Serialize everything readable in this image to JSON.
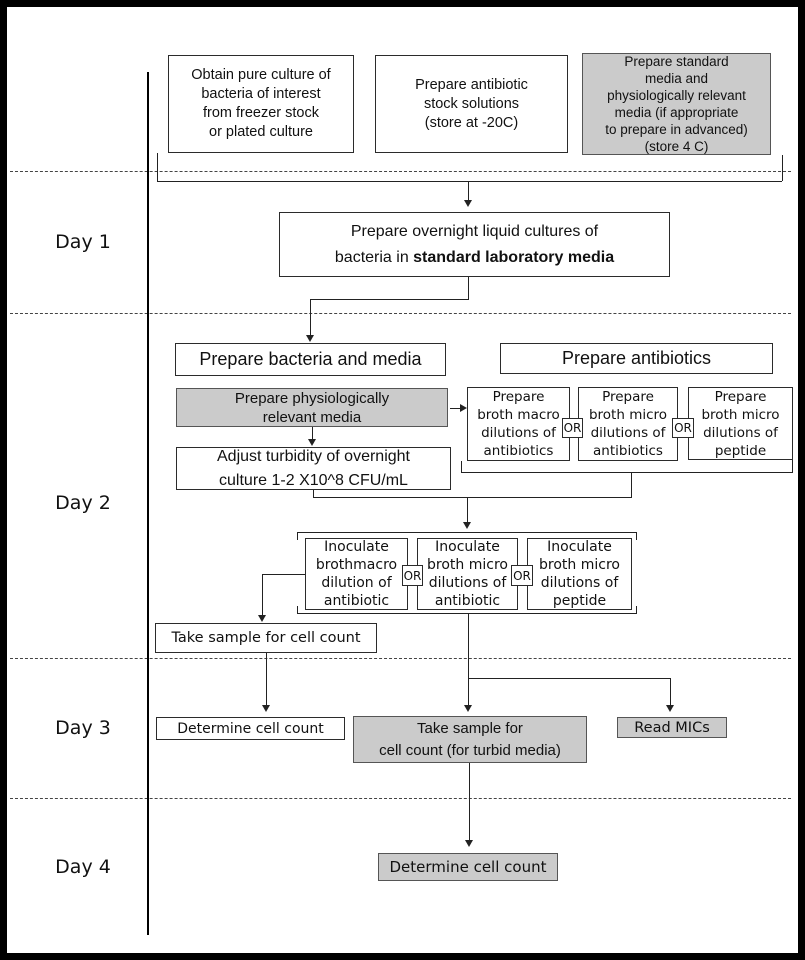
{
  "days": {
    "d1": "Day 1",
    "d2": "Day 2",
    "d3": "Day 3",
    "d4": "Day 4"
  },
  "colors": {
    "box_gray": "#cbcbcb",
    "line": "#222222",
    "border": "#2b2b2b"
  },
  "pre_day": {
    "obtain_culture": "Obtain pure culture of\nbacteria of interest\nfrom freezer stock\nor plated culture",
    "antibiotic_stock": "Prepare antibiotic\nstock solutions\n(store at -20C)",
    "standard_media": "Prepare standard\nmedia and\nphysiologically relevant\nmedia (if appropriate\nto prepare in advanced)\n(store 4 C)"
  },
  "day1": {
    "overnight_line1": "Prepare overnight liquid cultures of",
    "overnight_line2_prefix": "bacteria in ",
    "overnight_line2_bold": "standard laboratory media"
  },
  "day2": {
    "header_left": "Prepare bacteria and media",
    "header_right": "Prepare antibiotics",
    "physio_media": "Prepare physiologically\nrelevant media",
    "adjust_turbidity": "Adjust turbidity of overnight\nculture 1-2 X10^8 CFU/mL",
    "or_label": "OR",
    "broth_macro_ab": "Prepare\nbroth macro\ndilutions of\nantibiotics",
    "broth_micro_ab": "Prepare\nbroth micro\ndilutions of\nantibiotics",
    "broth_micro_pep": "Prepare\nbroth micro\ndilutions of\npeptide",
    "inoc_macro": "Inoculate\nbrothmacro\ndilution of\nantibiotic",
    "inoc_micro_ab": "Inoculate\nbroth micro\ndilutions of\nantibiotic",
    "inoc_micro_pep": "Inoculate\nbroth micro\ndilutions of\npeptide",
    "take_sample": "Take sample for cell count"
  },
  "day3": {
    "determine_count": "Determine cell count",
    "take_sample_turbid": "Take sample for\ncell count (for turbid media)",
    "read_mics": "Read MICs"
  },
  "day4": {
    "determine_count": "Determine cell count"
  }
}
